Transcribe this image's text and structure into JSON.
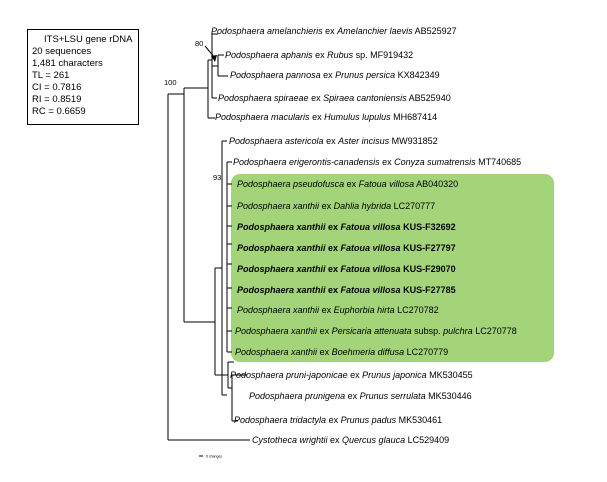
{
  "stats_box": {
    "lines": [
      "ITS+LSU gene rDNA",
      "20 sequences",
      "1,481 characters",
      "TL = 261",
      "CI = 0.7816",
      "RI = 0.8519",
      "RC = 0.6659"
    ]
  },
  "taxa": [
    {
      "genus": "Podosphaera",
      "species": "amelanchieris",
      "host": "Amelanchier laevis",
      "accession": "AB525927"
    },
    {
      "genus": "Podosphaera",
      "species": "aphanis",
      "host": "Rubus",
      "host_suffix": "sp.",
      "accession": "MF919432"
    },
    {
      "genus": "Podosphaera",
      "species": "pannosa",
      "host": "Prunus persica",
      "accession": "KX842349"
    },
    {
      "genus": "Podosphaera",
      "species": "spiraeae",
      "host": "Spiraea cantoniensis",
      "accession": "AB525940"
    },
    {
      "genus": "Podosphaera",
      "species": "macularis",
      "host": "Humulus lupulus",
      "accession": "MH687414"
    },
    {
      "genus": "Podosphaera",
      "species": "astericola",
      "host": "Aster incisus",
      "accession": "MW931852"
    },
    {
      "genus": "Podosphaera",
      "species": "erigerontis-canadensis",
      "host": "Conyza sumatrensis",
      "accession": "MT740685"
    },
    {
      "genus": "Podosphaera",
      "species": "pseudofusca",
      "host": "Fatoua villosa",
      "accession": "AB040320"
    },
    {
      "genus": "Podosphaera",
      "species": "xanthii",
      "host": "Dahlia hybrida",
      "accession": "LC270777"
    },
    {
      "genus": "Podosphaera",
      "species": "xanthii",
      "host": "Fatoua villosa",
      "accession": "KUS-F32692",
      "bold": true
    },
    {
      "genus": "Podosphaera",
      "species": "xanthii",
      "host": "Fatoua villosa",
      "accession": "KUS-F27797",
      "bold": true
    },
    {
      "genus": "Podosphaera",
      "species": "xanthii",
      "host": "Fatoua villosa",
      "accession": "KUS-F29070",
      "bold": true
    },
    {
      "genus": "Podosphaera",
      "species": "xanthii",
      "host": "Fatoua villosa",
      "accession": "KUS-F27785",
      "bold": true
    },
    {
      "genus": "Podosphaera",
      "species": "xanthii",
      "host": "Euphorbia hirta",
      "accession": "LC270782"
    },
    {
      "genus": "Podosphaera",
      "species": "xanthii",
      "host": "Persicaria attenuata",
      "host_suffix": "subsp.",
      "host_extra": "pulchra",
      "accession": "LC270778"
    },
    {
      "genus": "Podosphaera",
      "species": "xanthii",
      "host": "Boehmeria diffusa",
      "accession": "LC270779"
    },
    {
      "genus": "Podosphaera",
      "species": "pruni-japonicae",
      "host": "Prunus japonica",
      "accession": "MK530455"
    },
    {
      "genus": "Podosphaera",
      "species": "prunigena",
      "host": "Prunus serrulata",
      "accession": "MK530446"
    },
    {
      "genus": "Podosphaera",
      "species": "tridactyla",
      "host": "Prunus padus",
      "accession": "MK530461"
    },
    {
      "genus": "Cystotheca",
      "species": "wrightii",
      "host": "Quercus glauca",
      "accession": "LC529409"
    }
  ],
  "connector": "ex",
  "support_values": [
    "80",
    "100",
    "93"
  ],
  "scale_bar": {
    "label": "5 changes"
  },
  "colors": {
    "highlight": "#a3d479",
    "line": "#000000"
  }
}
